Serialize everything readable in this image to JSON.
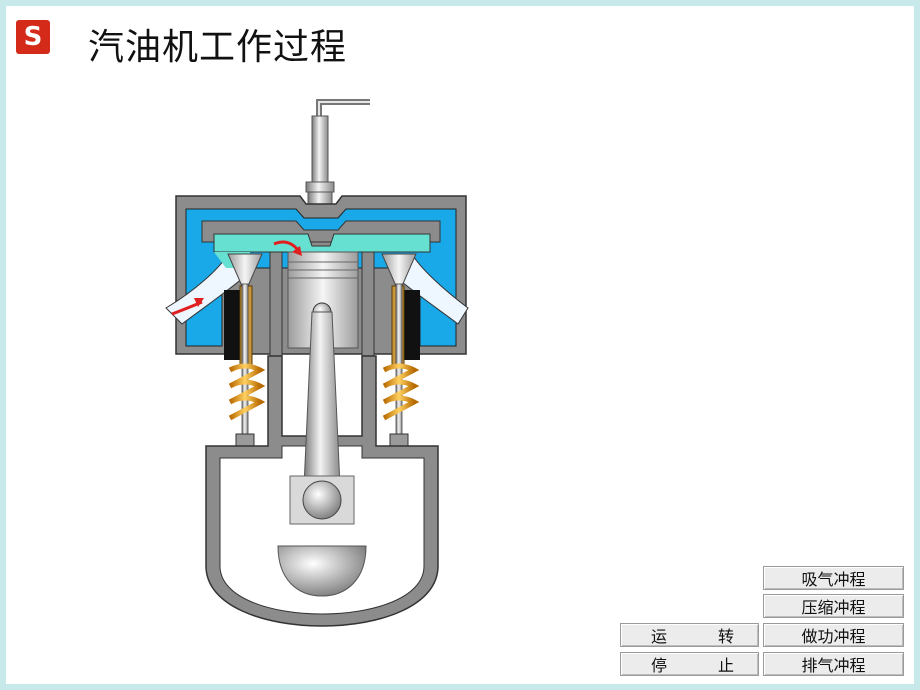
{
  "header": {
    "logo_letter": "S",
    "title": "汽油机工作过程"
  },
  "controls": {
    "run": [
      "运",
      "转"
    ],
    "stop": [
      "停",
      "止"
    ]
  },
  "strokes": [
    "吸气冲程",
    "压缩冲程",
    "做功冲程",
    "排气冲程"
  ],
  "colors": {
    "background": "#c7e9e9",
    "metal": "#8c8c8c",
    "coolant": "#1aa9e8",
    "intake_charge": "#66e0d0",
    "spring": "#f2a21b",
    "flow_arrow": "#e02020",
    "logo": "#d42a1a"
  }
}
